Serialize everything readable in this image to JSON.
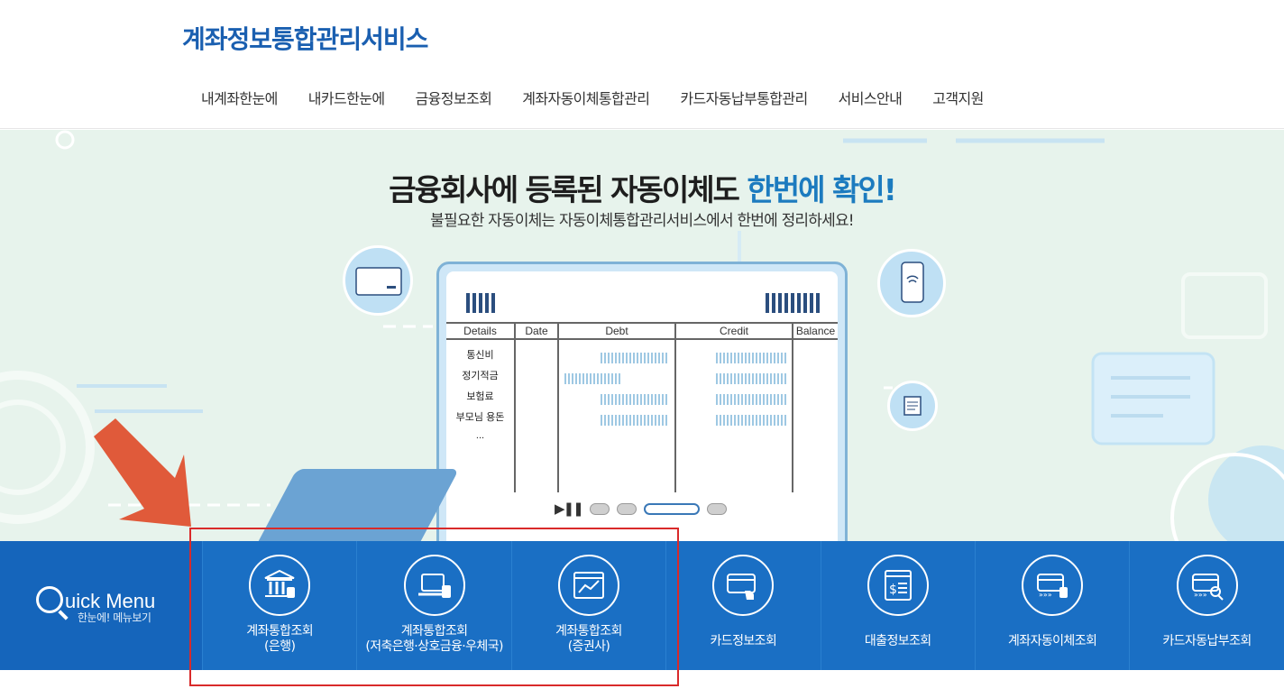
{
  "header": {
    "logo": "계좌정보통합관리서비스",
    "nav": [
      "내계좌한눈에",
      "내카드한눈에",
      "금융정보조회",
      "계좌자동이체통합관리",
      "카드자동납부통합관리",
      "서비스안내",
      "고객지원"
    ]
  },
  "hero": {
    "title_main": "금융회사에 등록된 자동이체도 ",
    "title_highlight": "한번에 확인!",
    "subtitle": "불필요한 자동이체는 자동이체통합관리서비스에서 한번에 정리하세요!",
    "table_headers": [
      "Details",
      "Date",
      "Debt",
      "Credit",
      "Balance"
    ],
    "details": [
      "통신비",
      "정기적금",
      "보험료",
      "부모님 용돈",
      "..."
    ]
  },
  "quick_menu": {
    "title_q": "Q",
    "title_rest": "uick Menu",
    "subtitle": "한눈에! 메뉴보기",
    "items": [
      {
        "line1": "계좌통합조회",
        "line2": "(은행)",
        "icon": "bank-icon"
      },
      {
        "line1": "계좌통합조회",
        "line2": "(저축은행·상호금융·우체국)",
        "icon": "laptop-coin-icon"
      },
      {
        "line1": "계좌통합조회",
        "line2": "(증권사)",
        "icon": "stock-chart-icon"
      },
      {
        "line1": "카드정보조회",
        "line2": "",
        "icon": "card-hand-icon"
      },
      {
        "line1": "대출정보조회",
        "line2": "",
        "icon": "loan-document-icon"
      },
      {
        "line1": "계좌자동이체조회",
        "line2": "",
        "icon": "auto-transfer-icon"
      },
      {
        "line1": "카드자동납부조회",
        "line2": "",
        "icon": "card-search-icon"
      }
    ]
  },
  "colors": {
    "brand": "#1a5fb0",
    "quick_bg": "#1a6fc4",
    "hero_bg": "#e7f3ec",
    "highlight": "#1c7bbf",
    "redbox": "#d92a2a"
  }
}
